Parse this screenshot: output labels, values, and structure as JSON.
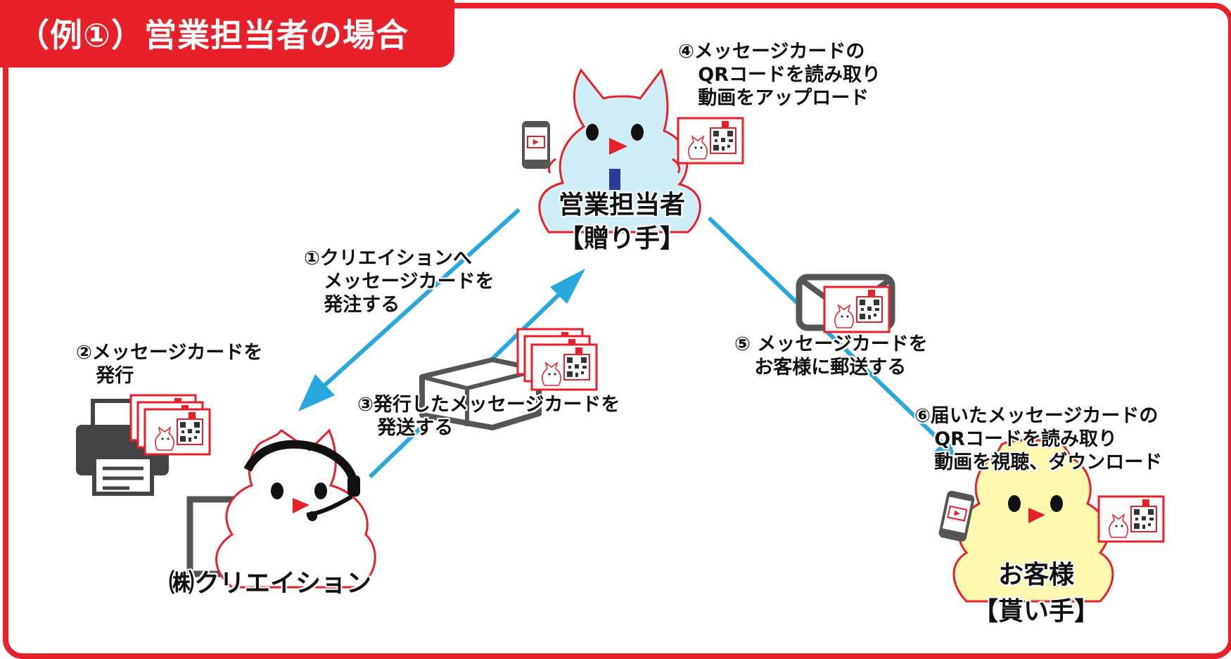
{
  "title": "（例①）営業担当者の場合",
  "colors": {
    "frame": "#e8202a",
    "arrow": "#29a8e0",
    "sales_body": "#cfeef8",
    "customer_body": "#fff8b0",
    "creation_body": "#ffffff",
    "beak": "#e8202a"
  },
  "actors": {
    "sales": {
      "name": "営業担当者",
      "role": "【贈り手】"
    },
    "customer": {
      "name": "お客様",
      "role": "【貰い手】"
    },
    "company": {
      "name": "㈱クリエイション"
    }
  },
  "steps": [
    {
      "id": "1",
      "text": "①クリエイションへ\n   メッセージカードを\n   発注する"
    },
    {
      "id": "2",
      "text": "②メッセージカードを\n   発行"
    },
    {
      "id": "3",
      "text": "③発行したメッセージカードを\n   発送する"
    },
    {
      "id": "4",
      "text": "④メッセージカードの\n   QRコードを読み取り\n   動画をアップロード"
    },
    {
      "id": "5",
      "text": "⑤ メッセージカードを\n   お客様に郵送する"
    },
    {
      "id": "6",
      "text": "⑥届いたメッセージカードの\n   QRコードを読み取り\n   動画を視聴、ダウンロード"
    }
  ],
  "icons": [
    "sales-mascot-icon",
    "customer-mascot-icon",
    "operator-mascot-icon",
    "smartphone-icon",
    "message-card-icon",
    "printer-icon",
    "box-icon",
    "envelope-icon",
    "monitor-icon",
    "headset-icon"
  ]
}
